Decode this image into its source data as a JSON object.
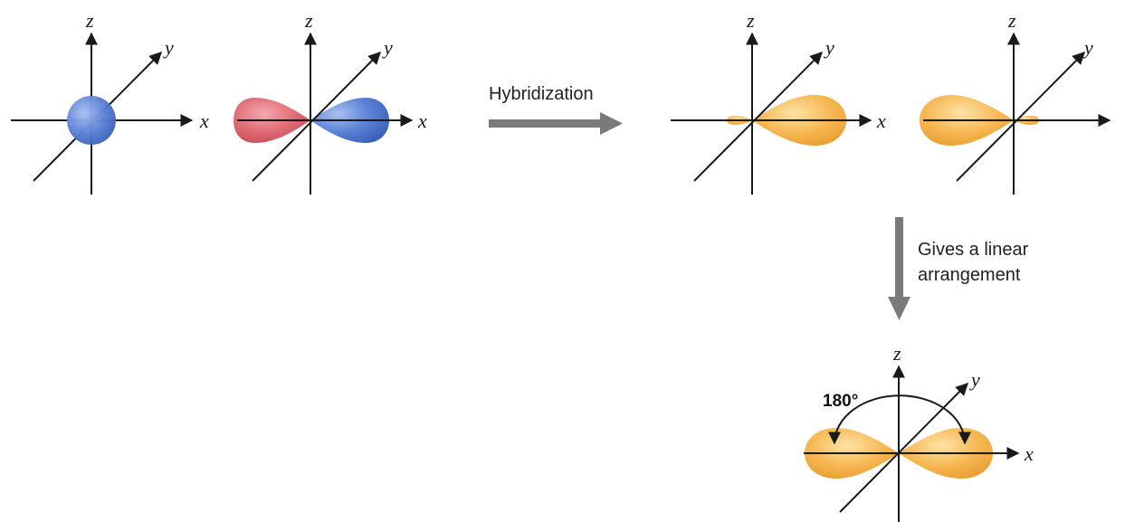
{
  "labels": {
    "x": "x",
    "y": "y",
    "z": "z",
    "hybridization": "Hybridization",
    "gives_line1": "Gives a linear",
    "gives_line2": "arrangement",
    "angle": "180°"
  },
  "colors": {
    "s_orbital": "#5b82d6",
    "p_positive_lobe": "#5b82d6",
    "p_negative_lobe": "#e06a73",
    "sp_hybrid": "#f6b651",
    "arrow": "#7a7a7a",
    "axis": "#1a1a1a"
  }
}
